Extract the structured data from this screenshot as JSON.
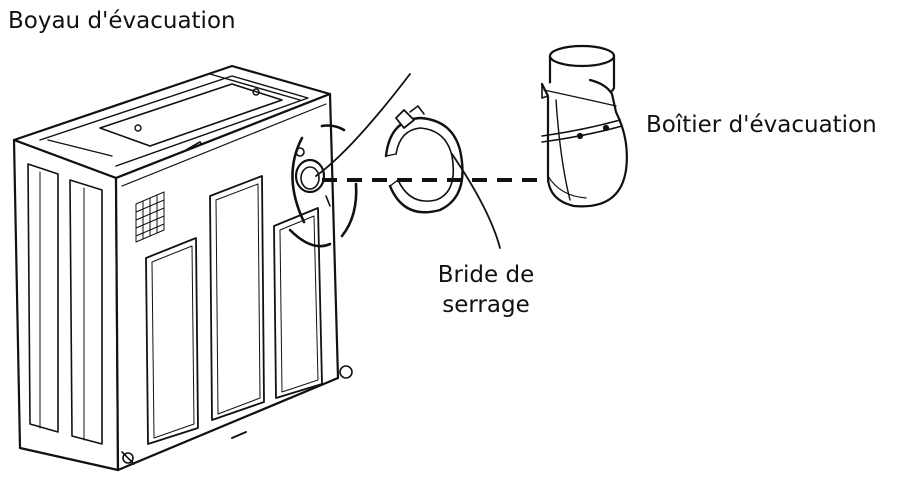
{
  "diagram": {
    "labels": {
      "drain_hose": "Boyau d'évacuation",
      "drain_housing": "Boîtier d'évacuation",
      "clamp_line1": "Bride de",
      "clamp_line2": "serrage"
    },
    "colors": {
      "ink": "#111111",
      "background": "#ffffff"
    }
  }
}
